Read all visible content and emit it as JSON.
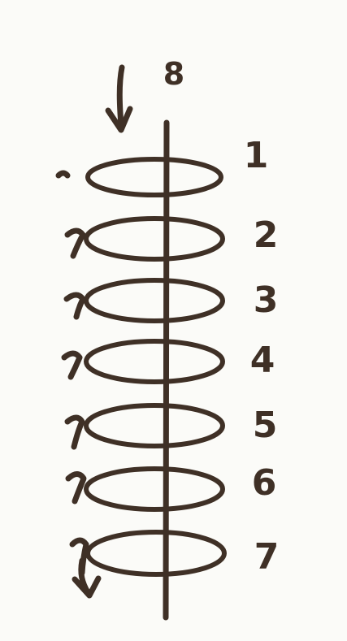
{
  "diagram": {
    "top_label": "8",
    "rings": [
      {
        "number": "1"
      },
      {
        "number": "2"
      },
      {
        "number": "3"
      },
      {
        "number": "4"
      },
      {
        "number": "5"
      },
      {
        "number": "6"
      },
      {
        "number": "7"
      }
    ]
  }
}
